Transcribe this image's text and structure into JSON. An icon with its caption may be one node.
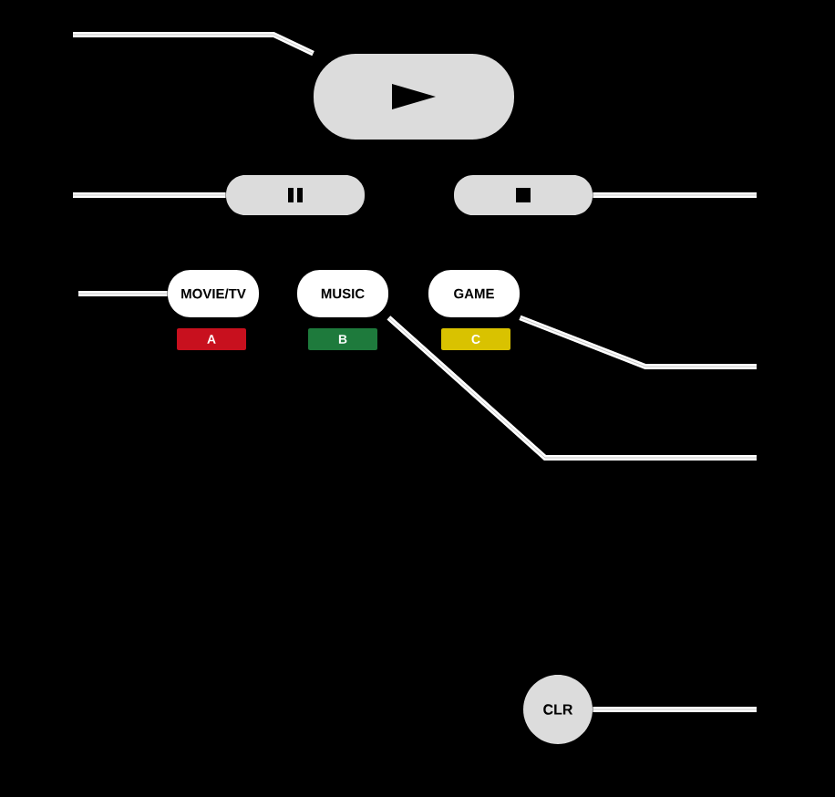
{
  "diagram": {
    "nodes": [
      {
        "text": [],
        "shape": "box"
      },
      {
        "text": [],
        "shape": "box"
      },
      {
        "text": [],
        "shape": "box"
      },
      {
        "text": [
          "MOVIE/TV"
        ]
      },
      {
        "text": [
          "MUSIC"
        ]
      },
      {
        "text": [
          "GAME"
        ]
      },
      {
        "text": [
          "A"
        ]
      },
      {
        "text": [
          "B"
        ]
      },
      {
        "text": [
          "C"
        ]
      },
      {
        "text": [
          "CLR"
        ]
      }
    ],
    "edges": [
      {
        "from": null,
        "to": 0,
        "arrow": "none"
      },
      {
        "from": null,
        "to": 1,
        "arrow": "none"
      },
      {
        "from": null,
        "to": 2,
        "arrow": "none"
      },
      {
        "from": null,
        "to": 3,
        "arrow": "none"
      },
      {
        "from": null,
        "to": 4,
        "arrow": "none"
      },
      {
        "from": null,
        "to": 5,
        "arrow": "none"
      },
      {
        "from": null,
        "to": 9,
        "arrow": "none"
      }
    ]
  }
}
